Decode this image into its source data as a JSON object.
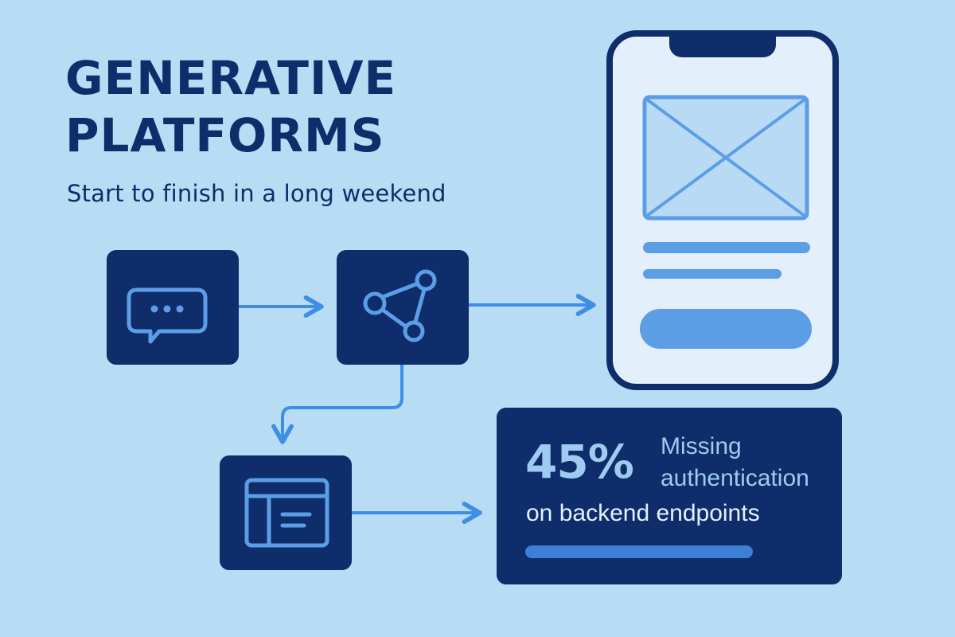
{
  "title": {
    "line1": "GENERATIVE",
    "line2": "PLATFORMS"
  },
  "subtitle": "Start to finish in a long weekend",
  "nodes": [
    {
      "icon": "chat-icon"
    },
    {
      "icon": "graph-icon"
    },
    {
      "icon": "layout-icon"
    }
  ],
  "phone": {
    "icon": "image-placeholder-icon"
  },
  "stat": {
    "value": "45%",
    "line1": "Missing",
    "line2": "authentication",
    "line3": "on backend endpoints"
  },
  "colors": {
    "background": "#b8dcf3",
    "navy": "#0f2c6b",
    "accent": "#3e8ee8",
    "light_text": "#9fcbf1"
  }
}
